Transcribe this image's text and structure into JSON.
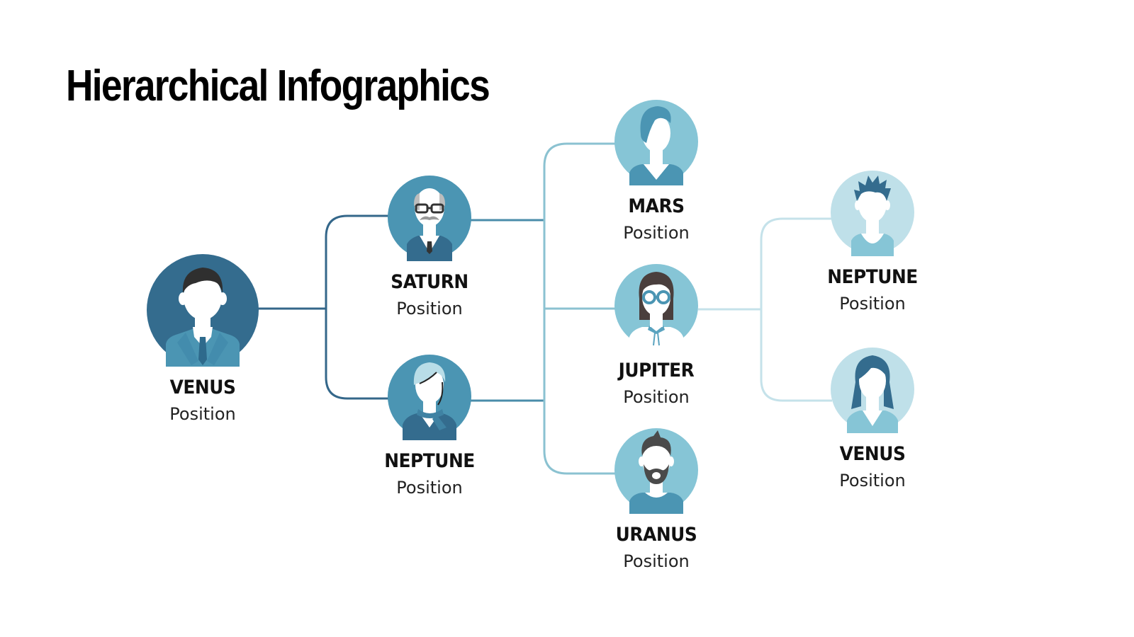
{
  "slide": {
    "title": "Hierarchical Infographics"
  },
  "colors": {
    "level1": "#346c8e",
    "level2": "#4b95b3",
    "level3": "#86c5d6",
    "level4": "#bfe0e9",
    "connector1": "#34678a",
    "connector2": "#8bc2d1",
    "connector3": "#c5e2ea",
    "text": "#111111"
  },
  "nodes": {
    "venus_root": {
      "name": "VENUS",
      "position": "Position"
    },
    "saturn": {
      "name": "SATURN",
      "position": "Position"
    },
    "neptune_mid": {
      "name": "NEPTUNE",
      "position": "Position"
    },
    "mars": {
      "name": "MARS",
      "position": "Position"
    },
    "jupiter": {
      "name": "JUPITER",
      "position": "Position"
    },
    "uranus": {
      "name": "URANUS",
      "position": "Position"
    },
    "neptune_leaf": {
      "name": "NEPTUNE",
      "position": "Position"
    },
    "venus_leaf": {
      "name": "VENUS",
      "position": "Position"
    }
  }
}
